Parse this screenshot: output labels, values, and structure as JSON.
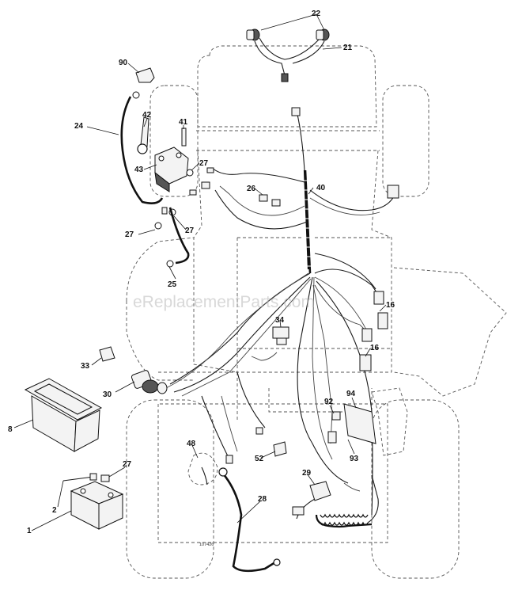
{
  "diagram": {
    "callouts": [
      "1",
      "2",
      "8",
      "16",
      "16",
      "21",
      "22",
      "24",
      "25",
      "26",
      "27",
      "27",
      "27",
      "27",
      "28",
      "29",
      "30",
      "33",
      "34",
      "40",
      "41",
      "42",
      "43",
      "48",
      "52",
      "90",
      "92",
      "93",
      "94"
    ],
    "drawing_number": "107426",
    "watermark": "eReplacementParts.com"
  }
}
